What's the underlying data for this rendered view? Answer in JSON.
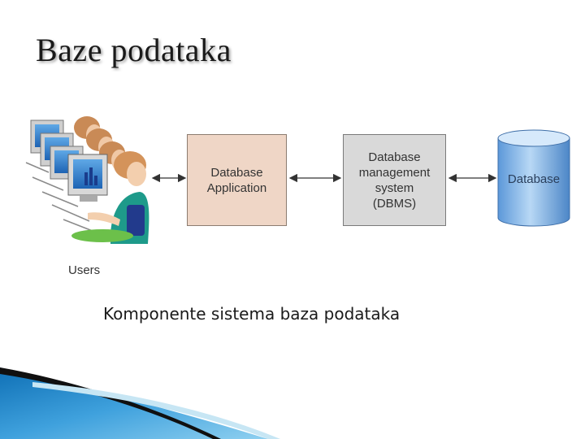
{
  "slide": {
    "title": "Baze podataka",
    "caption": "Komponente sistema baza podataka"
  },
  "diagram": {
    "users_label": "Users",
    "application_label": "Database\nApplication",
    "dbms_label": "Database\nmanagement\nsystem\n(DBMS)",
    "database_label": "Database"
  },
  "colors": {
    "application_fill": "#efd6c6",
    "dbms_fill": "#d9d9d9",
    "database_fill": "#7fb2e8",
    "corner_accent": "#1b7fc4"
  }
}
